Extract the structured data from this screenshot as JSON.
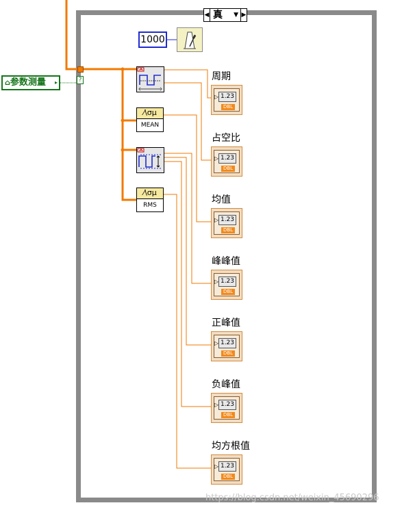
{
  "case_structure": {
    "selector_label": "真",
    "left_arrow": "◀",
    "right_arrow": "▶",
    "dropdown_arrow": "▼"
  },
  "constant": {
    "value": "1000"
  },
  "control": {
    "house_icon": "⌂",
    "label": "参数测量",
    "arrow": "▸",
    "tunnel_text": "?"
  },
  "stat_nodes": [
    {
      "symbol": "⁄\\σμ",
      "label": "MEAN"
    },
    {
      "symbol": "⁄\\σμ",
      "label": "RMS"
    }
  ],
  "indicators": [
    {
      "label": "周期",
      "display": "1.23",
      "type": "DBL"
    },
    {
      "label": "占空比",
      "display": "1.23",
      "type": "DBL"
    },
    {
      "label": "均值",
      "display": "1.23",
      "type": "DBL"
    },
    {
      "label": "峰峰值",
      "display": "1.23",
      "type": "DBL"
    },
    {
      "label": "正峰值",
      "display": "1.23",
      "type": "DBL"
    },
    {
      "label": "负峰值",
      "display": "1.23",
      "type": "DBL"
    },
    {
      "label": "均方根值",
      "display": "1.23",
      "type": "DBL"
    }
  ],
  "colors": {
    "wire": "#f27a00",
    "boolean": "#15741a",
    "numeric_const": "#1f2bd1"
  },
  "watermark": "https://blog.csdn.net/weixin_45690296"
}
